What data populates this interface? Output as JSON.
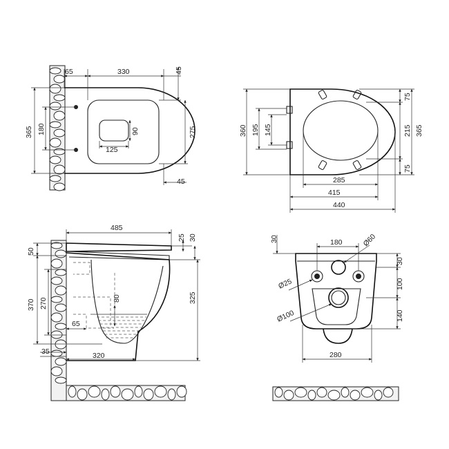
{
  "views": {
    "top": {
      "dims": [
        "65",
        "330",
        "45",
        "365",
        "180",
        "90",
        "125",
        "275",
        "45"
      ]
    },
    "seat": {
      "dims": [
        "360",
        "195",
        "145",
        "75",
        "215",
        "365",
        "75",
        "285",
        "415",
        "440"
      ]
    },
    "side": {
      "dims": [
        "485",
        "25",
        "30",
        "50",
        "370",
        "270",
        "80",
        "325",
        "65",
        "35",
        "320"
      ]
    },
    "rear": {
      "dims": [
        "30",
        "180",
        "Ø60",
        "30",
        "Ø25",
        "100",
        "Ø100",
        "140",
        "280"
      ]
    }
  }
}
